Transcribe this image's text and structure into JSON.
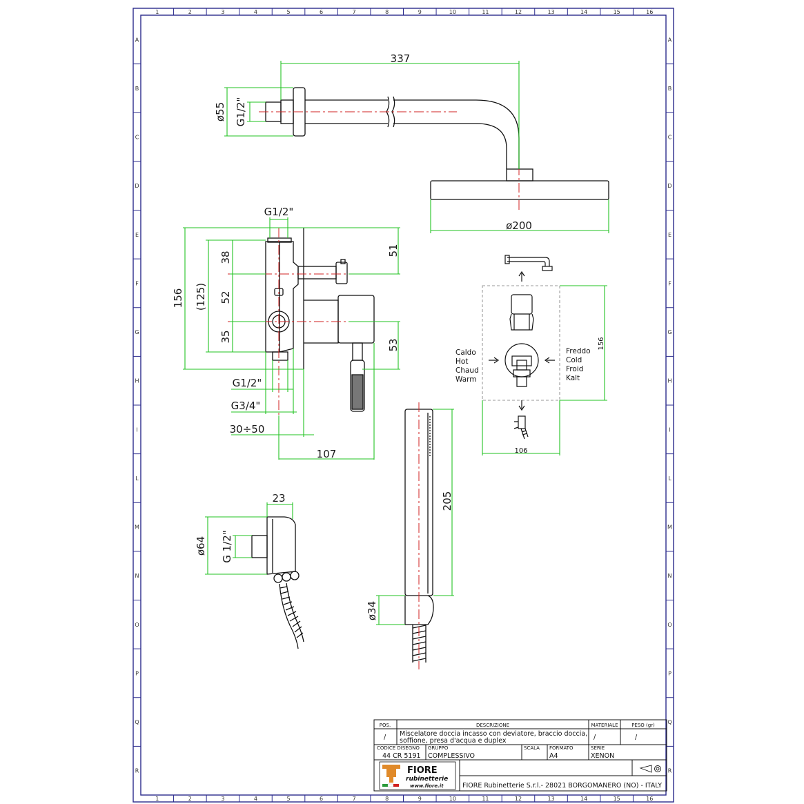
{
  "frame": {
    "columns": [
      "1",
      "2",
      "3",
      "4",
      "5",
      "6",
      "7",
      "8",
      "9",
      "10",
      "11",
      "12",
      "13",
      "14",
      "15",
      "16"
    ],
    "rows": [
      "A",
      "B",
      "C",
      "D",
      "E",
      "F",
      "G",
      "H",
      "I",
      "L",
      "M",
      "N",
      "O",
      "P",
      "Q",
      "R"
    ]
  },
  "dims": {
    "arm_length": "337",
    "arm_flange_dia": "ø55",
    "arm_thread": "G1/2\"",
    "head_dia": "ø200",
    "mixer_top_thread": "G1/2\"",
    "mixer_total_h": "156",
    "mixer_body_h": "(125)",
    "mixer_38": "38",
    "mixer_52": "52",
    "mixer_35": "35",
    "mixer_51": "51",
    "mixer_53": "53",
    "mixer_g12": "G1/2\"",
    "mixer_g34": "G3/4\"",
    "mixer_depth": "30÷50",
    "mixer_107": "107",
    "outlet_23": "23",
    "outlet_dia": "ø64",
    "outlet_thread": "G 1/2\"",
    "hand_205": "205",
    "hand_34": "ø34",
    "scheme_156": "156",
    "scheme_106": "106"
  },
  "scheme": {
    "hot": [
      "Caldo",
      "Hot",
      "Chaud",
      "Warm"
    ],
    "cold": [
      "Freddo",
      "Cold",
      "Froid",
      "Kalt"
    ]
  },
  "title_block": {
    "pos_label": "POS.",
    "desc_label": "DESCRIZIONE",
    "mat_label": "MATERIALE",
    "weight_label": "PESO (gr)",
    "pos_value": "/",
    "desc_line1": "Miscelatore doccia incasso con deviatore, braccio doccia,",
    "desc_line2": "soffione, presa d'acqua e duplex",
    "mat_value": "/",
    "weight_value": "/",
    "code_label": "CODICE DISEGNO",
    "group_label": "GRUPPO",
    "scale_label": "SCALA",
    "format_label": "FORMATO",
    "series_label": "SERIE",
    "code_value": "44 CR 5191",
    "group_value": "COMPLESSIVO",
    "format_value": "A4",
    "series_value": "XENON",
    "logo_text_1": "FIORE",
    "logo_text_2": "rubinetterie",
    "logo_url": "www.fiore.it",
    "company": "FIORE Rubinetterie S.r.l.- 28021 BORGOMANERO (NO) - ITALY"
  },
  "colors": {
    "frame": "#2a2a8c",
    "dimension": "#22c322",
    "centerline": "#d02020",
    "hidden": "#9a9a9a",
    "outline": "#111111"
  }
}
